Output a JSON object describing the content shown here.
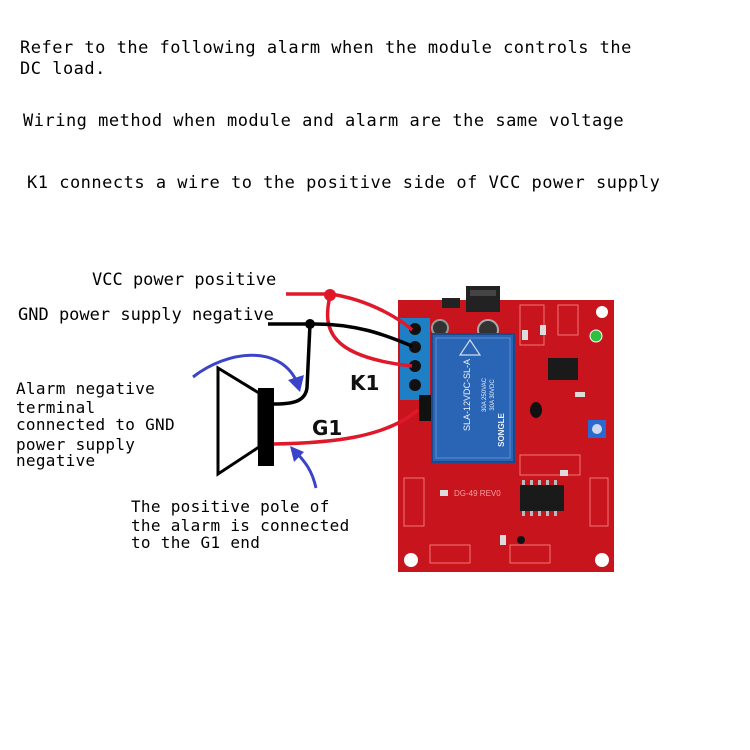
{
  "intro_line1": "Refer to the following alarm when the module controls the",
  "intro_line2": "DC load.",
  "wiring_title": "Wiring method when module and alarm are the same voltage",
  "k1_instruction": "K1 connects a wire to the positive side of VCC power supply",
  "labels": {
    "vcc": "VCC power positive",
    "gnd": "GND power supply negative",
    "alarm_negative": [
      "Alarm negative",
      "terminal",
      "connected to GND",
      "power supply",
      "negative"
    ],
    "alarm_positive": [
      "The positive pole of",
      "the alarm is connected",
      "to the G1 end"
    ],
    "k1": "K1",
    "g1": "G1"
  },
  "board": {
    "relay_brand": "SONGLE",
    "relay_model": "SLA-12VDC-SL-A",
    "relay_rating1": "30A 250VAC",
    "relay_rating2": "30A 30VDC",
    "pcb_marking": "DG-49 REV0"
  },
  "colors": {
    "board": "#c8141c",
    "relay": "#2a64b4",
    "terminal": "#1f7fc4",
    "wire_red": "#e0182a",
    "wire_black": "#000000",
    "arrow_blue": "#3b44c8"
  }
}
